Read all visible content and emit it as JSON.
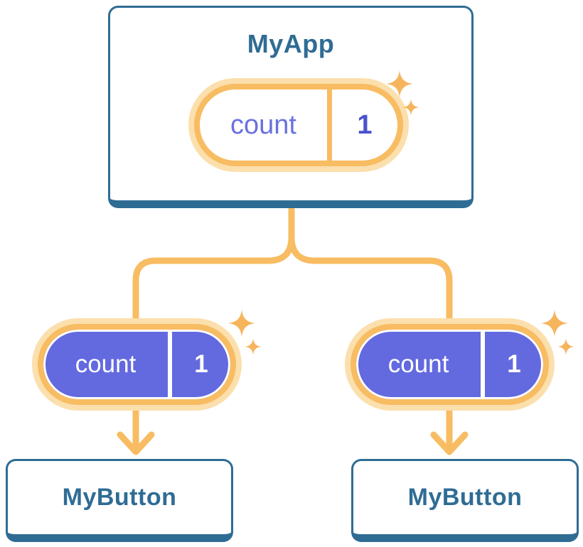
{
  "diagram": {
    "root": {
      "title": "MyApp",
      "state": {
        "name": "count",
        "value": "1"
      }
    },
    "children": [
      {
        "title": "MyButton",
        "state": {
          "name": "count",
          "value": "1"
        }
      },
      {
        "title": "MyButton",
        "state": {
          "name": "count",
          "value": "1"
        }
      }
    ]
  },
  "colors": {
    "card_border_blue": "#2F6C94",
    "title_text_blue": "#2F6C94",
    "pill_ring_orange": "#F8BC62",
    "pill_halo_orange": "#FBDFAD",
    "pill_fill_purple": "#636ADF",
    "state_name_indigo": "#6A71DF",
    "state_value_indigo": "#4A52CE",
    "connector_orange": "#F8BC62",
    "sparkle_orange": "#F6B45C",
    "background": "#FFFFFF"
  },
  "icons": {
    "sparkle": "sparkle-icon",
    "arrow_down": "arrow-down-icon"
  }
}
